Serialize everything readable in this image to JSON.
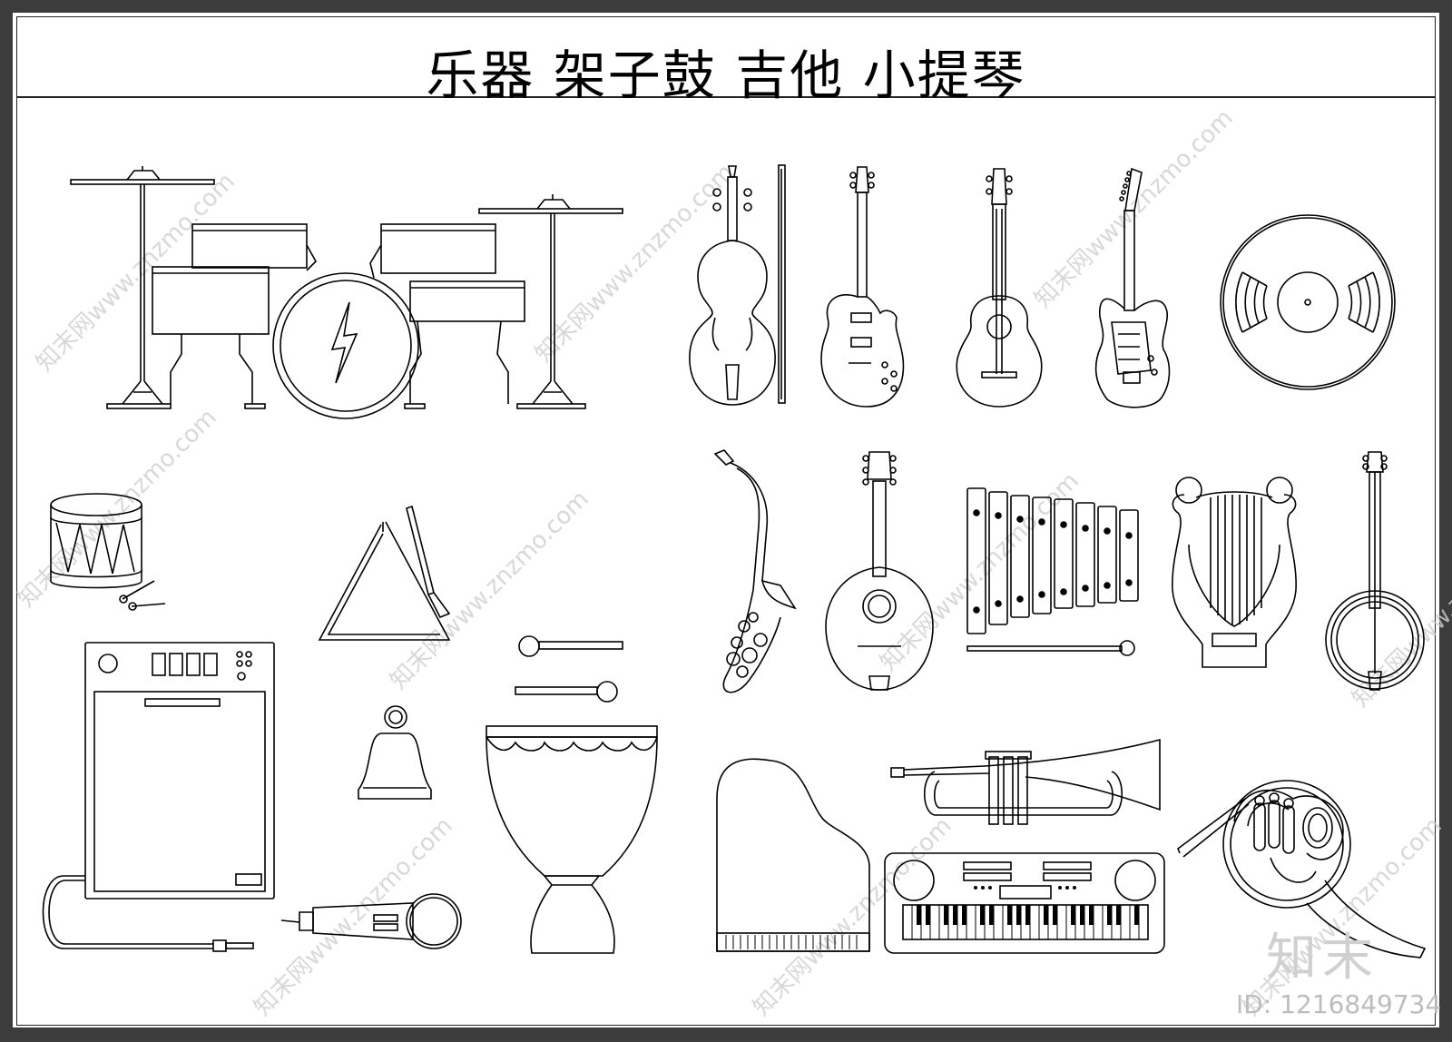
{
  "title": "乐器  架子鼓  吉他  小提琴",
  "watermark": "知末网www.znzmo.com",
  "logo": "知末",
  "id_label": "ID: 1216849734",
  "colors": {
    "frame": "#3c3c3c",
    "line": "#000000",
    "watermark": "#cfcfcf"
  },
  "instruments": [
    "drum-kit",
    "violin",
    "electric-guitar-lespaul",
    "acoustic-guitar",
    "electric-guitar-strat",
    "vinyl-record",
    "snare-drum",
    "triangle",
    "saxophone",
    "mandolin",
    "xylophone",
    "lyre",
    "banjo",
    "amplifier",
    "bell",
    "mallets",
    "djembe",
    "microphone",
    "grand-piano",
    "trumpet",
    "keyboard",
    "french-horn"
  ]
}
